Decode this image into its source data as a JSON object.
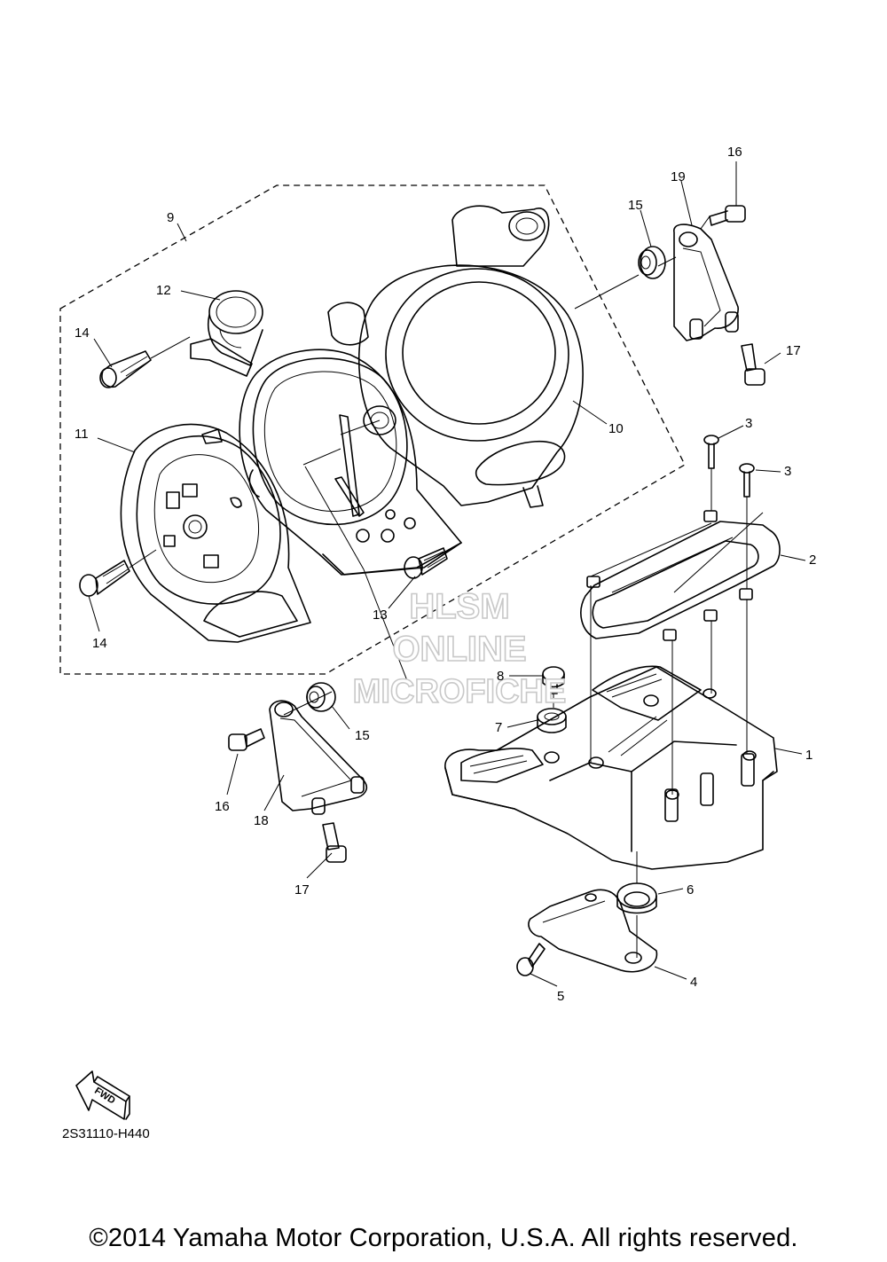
{
  "watermark": {
    "line1": "HLSM",
    "line2": "ONLINE",
    "line3": "MICROFICHE"
  },
  "fwd_arrow_text": "FWD",
  "diagram_code": "2S31110-H440",
  "copyright": "©2014 Yamaha Motor Corporation, U.S.A. All rights reserved.",
  "part_labels": [
    "9",
    "12",
    "14",
    "11",
    "14",
    "13",
    "10",
    "15",
    "19",
    "16",
    "17",
    "3",
    "3",
    "2",
    "1",
    "8",
    "7",
    "15",
    "16",
    "18",
    "17",
    "6",
    "4",
    "5"
  ]
}
